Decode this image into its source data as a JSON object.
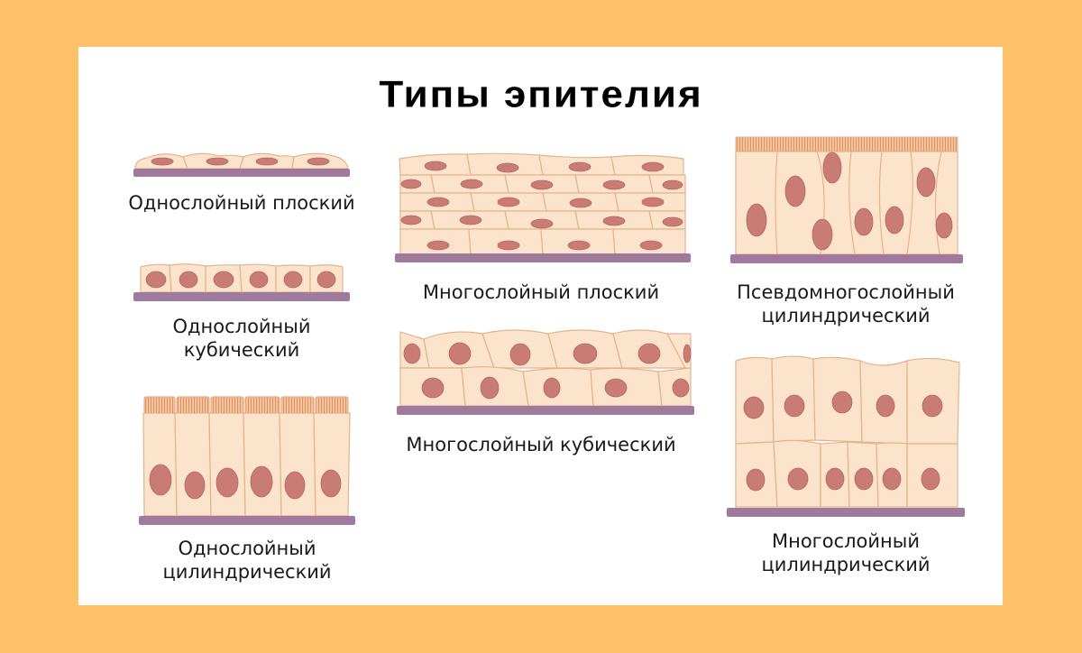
{
  "title": "Типы эпителия",
  "colors": {
    "background_border": "#FDC169",
    "panel": "#FFFFFF",
    "cell_fill": "#FCE3CC",
    "cell_outline": "#E2B48E",
    "nucleus": "#C97C74",
    "basement_membrane": "#A07A9C",
    "cilia": "#E8A77A"
  },
  "epithelium_types": [
    {
      "id": "simple-squamous",
      "label_line1": "Однослойный плоский",
      "label_line2": ""
    },
    {
      "id": "simple-cuboidal",
      "label_line1": "Однослойный",
      "label_line2": "кубический"
    },
    {
      "id": "simple-columnar",
      "label_line1": "Однослойный",
      "label_line2": "цилиндрический"
    },
    {
      "id": "stratified-squamous",
      "label_line1": "Многослойный плоский",
      "label_line2": ""
    },
    {
      "id": "stratified-cuboidal",
      "label_line1": "Многослойный кубический",
      "label_line2": ""
    },
    {
      "id": "pseudostratified-columnar",
      "label_line1": "Псевдомногослойный",
      "label_line2": "цилиндрический"
    },
    {
      "id": "stratified-columnar",
      "label_line1": "Многослойный",
      "label_line2": "цилиндрический"
    }
  ]
}
